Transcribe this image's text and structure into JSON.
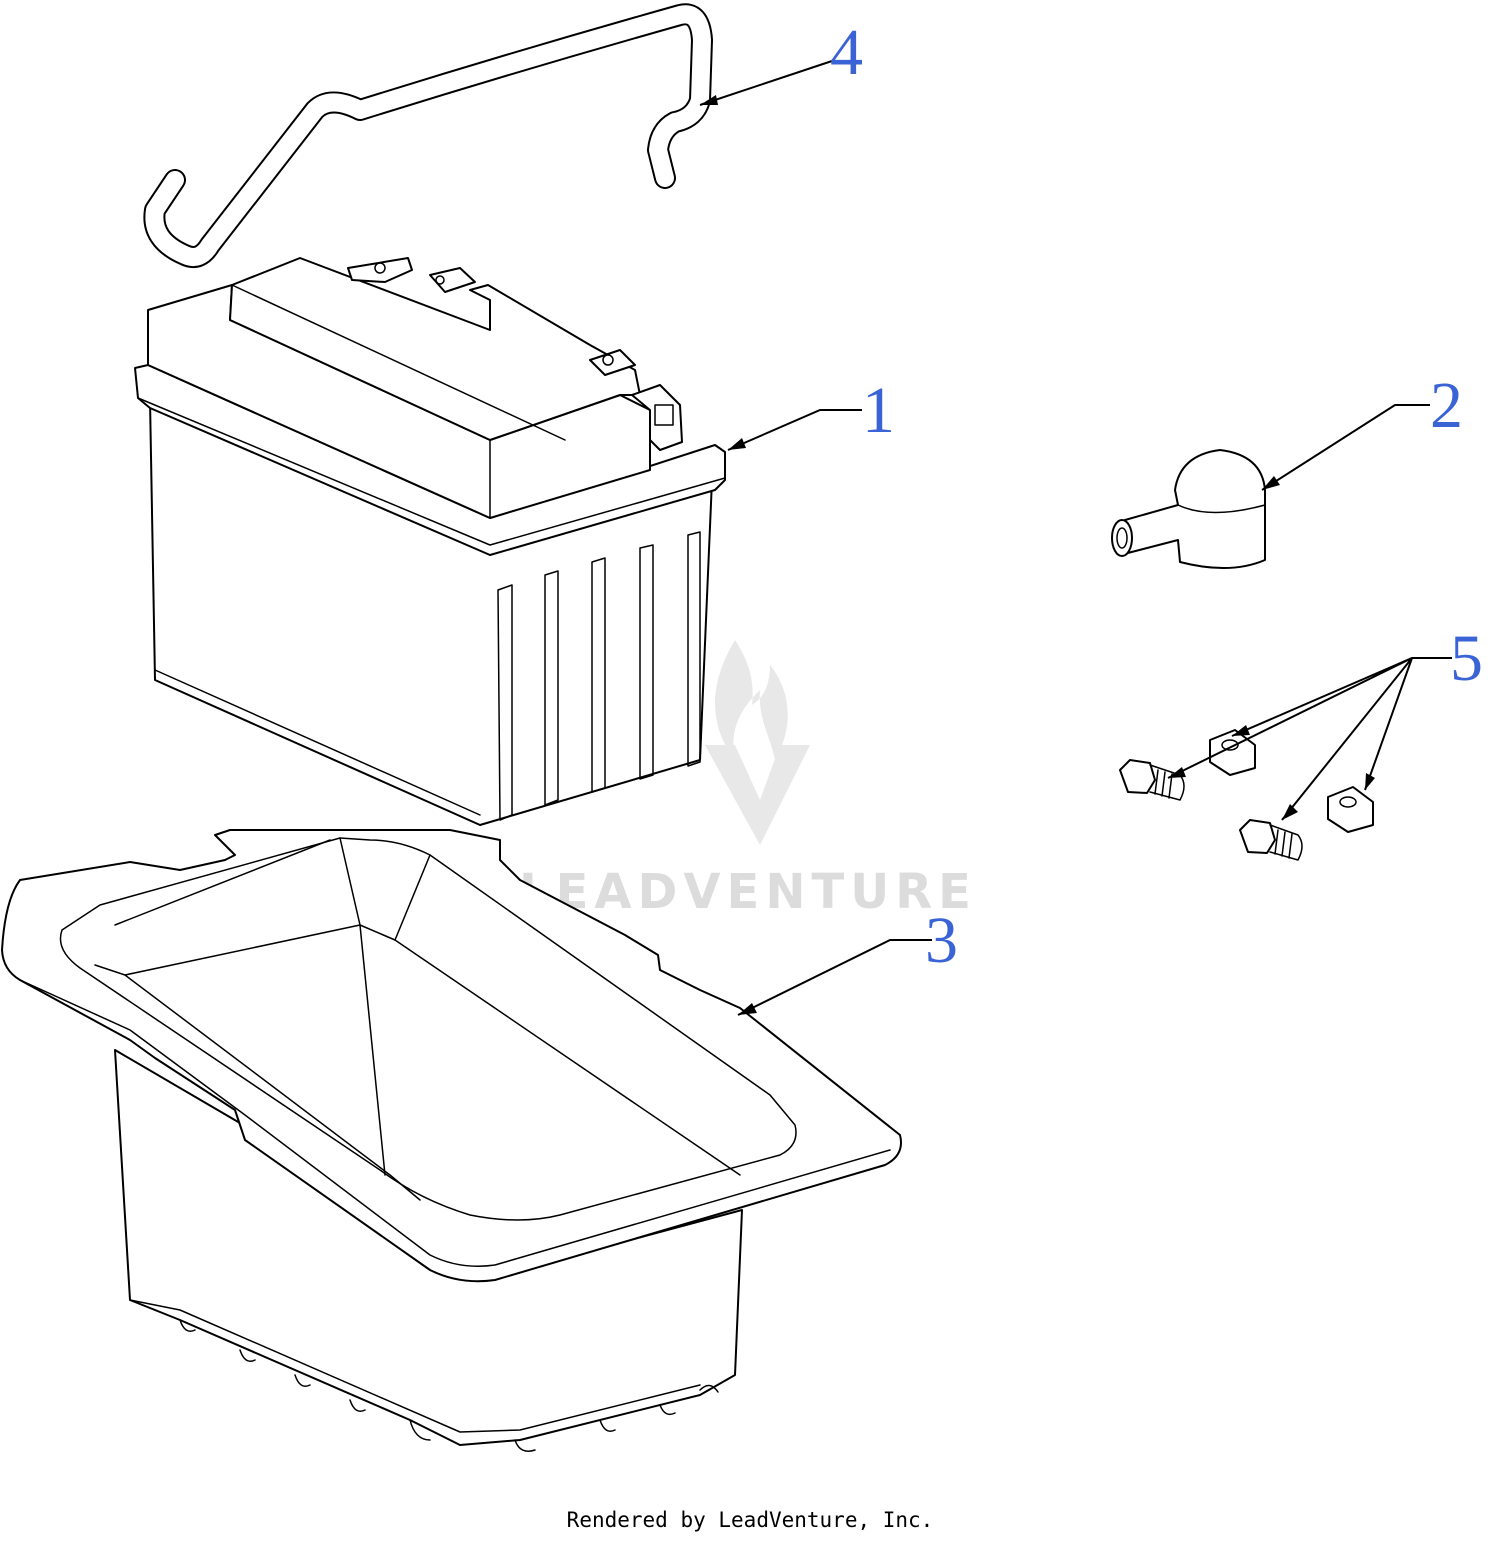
{
  "colors": {
    "callout": "#3a63d6",
    "line": "#000000",
    "watermark": "#d9d9d9"
  },
  "watermark": {
    "text": "LEADVENTURE"
  },
  "callouts": [
    {
      "number": "1"
    },
    {
      "number": "2"
    },
    {
      "number": "3"
    },
    {
      "number": "4"
    },
    {
      "number": "5"
    }
  ],
  "footer": {
    "text": "Rendered by LeadVenture, Inc."
  }
}
